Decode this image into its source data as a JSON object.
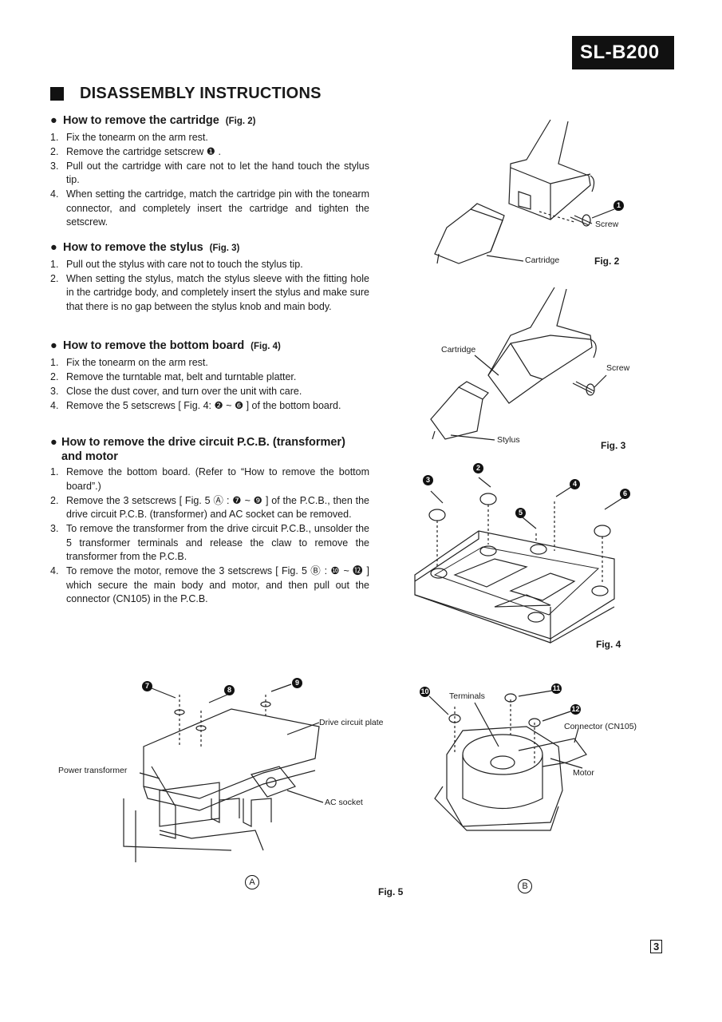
{
  "model": "SL-B200",
  "title": "DISASSEMBLY INSTRUCTIONS",
  "sections": [
    {
      "heading": "How to remove the cartridge",
      "ref": "(Fig. 2)",
      "steps": [
        "Fix the tonearm on the arm rest.",
        "Remove the cartridge setscrew ❶ .",
        "Pull out the cartridge with care not to let the hand touch the stylus tip.",
        "When setting the cartridge, match the cartridge pin with the tonearm connector, and completely insert the cartridge and tighten the setscrew."
      ]
    },
    {
      "heading": "How to remove the stylus",
      "ref": "(Fig. 3)",
      "steps": [
        "Pull out the stylus with care not to touch the stylus tip.",
        "When setting the stylus, match the stylus sleeve with the fitting hole in the cartridge body, and completely insert the stylus and make sure that there is no gap between the stylus knob and main body."
      ]
    },
    {
      "heading": "How to remove the bottom board",
      "ref": "(Fig. 4)",
      "steps": [
        "Fix the tonearm on the arm rest.",
        "Remove the turntable mat, belt and turntable platter.",
        "Close the dust cover, and turn over the unit with care.",
        "Remove the 5 setscrews [ Fig. 4: ❷ ~ ❻ ] of the bottom board."
      ]
    },
    {
      "heading": "How to remove the drive circuit P.C.B. (transformer) and motor",
      "ref": "",
      "steps": [
        "Remove the bottom board. (Refer to “How to remove the bottom board”.)",
        "Remove the 3 setscrews [ Fig. 5 Ⓐ : ❼ ~ ❾ ] of the P.C.B., then the drive circuit P.C.B. (transformer) and AC socket can be removed.",
        "To remove the transformer from the drive circuit P.C.B., unsolder the 5 transformer terminals and release the claw to remove the transformer from the P.C.B.",
        "To remove the motor, remove the 3 setscrews [ Fig. 5 Ⓑ : ❿ ~ ⓬ ] which secure the main body and motor, and then pull out the connector (CN105) in the P.C.B."
      ]
    }
  ],
  "figures": {
    "fig2": {
      "label": "Fig. 2",
      "screw": "Screw",
      "cartridge": "Cartridge",
      "marker": "1"
    },
    "fig3": {
      "label": "Fig. 3",
      "cartridge": "Cartridge",
      "screw": "Screw",
      "stylus": "Stylus"
    },
    "fig4": {
      "label": "Fig. 4",
      "markers": [
        "2",
        "3",
        "4",
        "5",
        "6"
      ]
    },
    "fig5": {
      "label": "Fig. 5",
      "panel_a": "A",
      "panel_b": "B",
      "drive_circuit_plate": "Drive circuit plate",
      "power_transformer": "Power transformer",
      "ac_socket": "AC socket",
      "terminals": "Terminals",
      "connector": "Connector (CN105)",
      "motor": "Motor",
      "markers_a": [
        "7",
        "8",
        "9"
      ],
      "markers_b": [
        "10",
        "11",
        "12"
      ]
    }
  },
  "page_number": "3"
}
